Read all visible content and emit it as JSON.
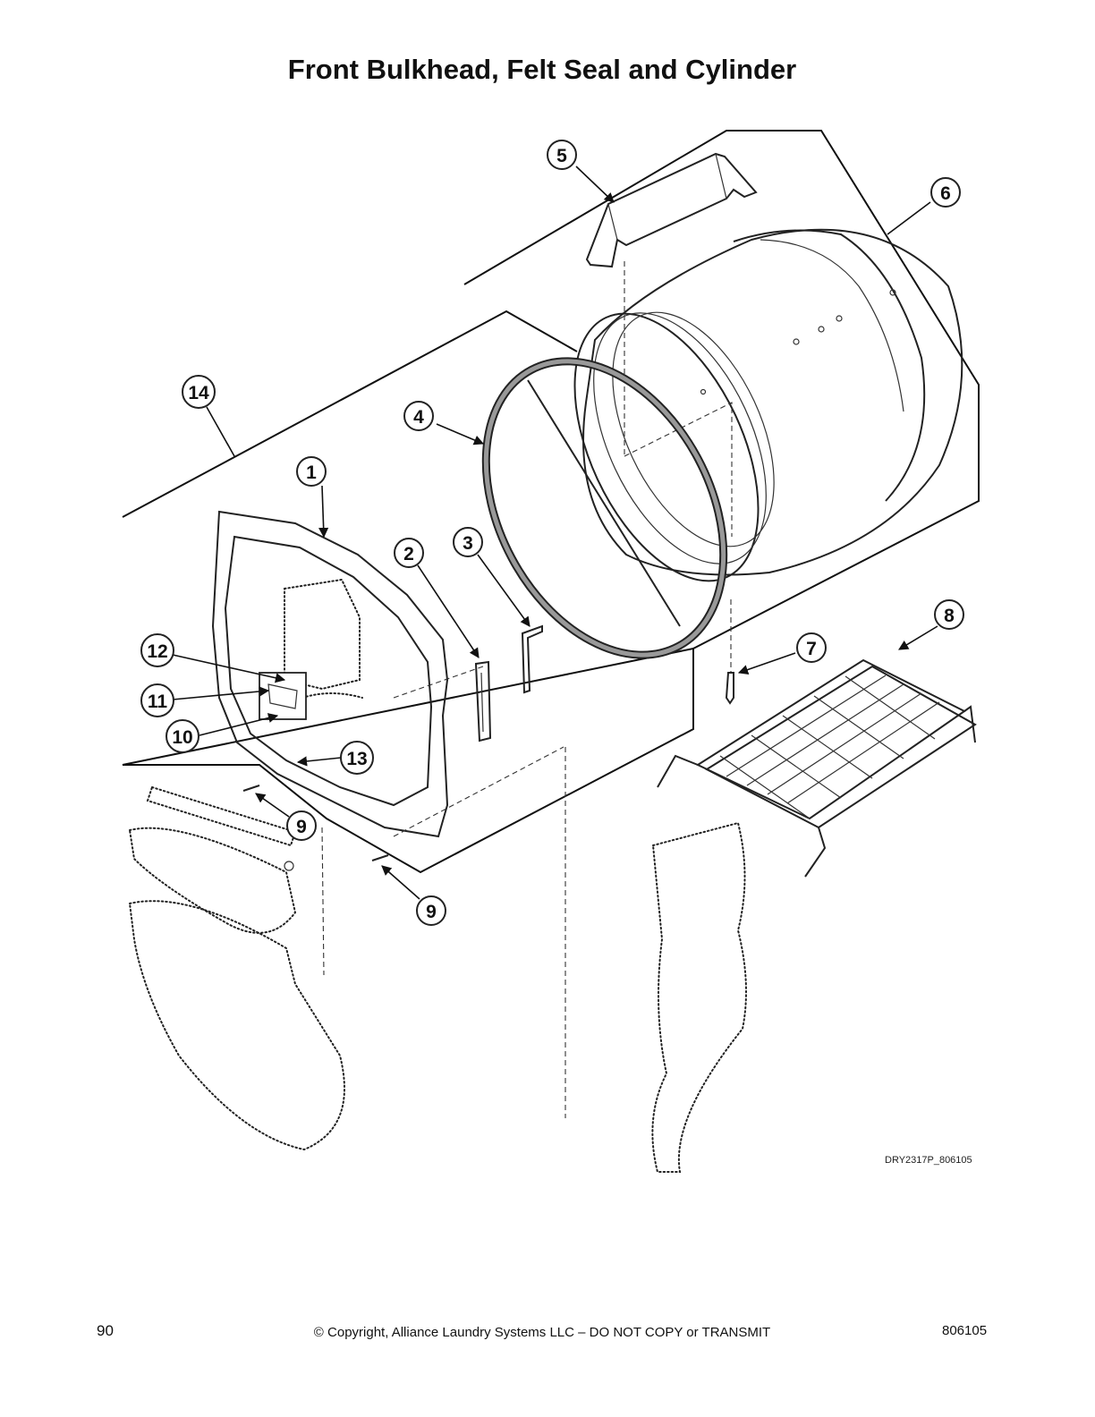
{
  "title": "Front Bulkhead, Felt Seal and Cylinder",
  "drawing_id": "DRY2317P_806105",
  "footer": {
    "page_number": "90",
    "copyright": "© Copyright, Alliance Laundry Systems LLC – DO NOT COPY or TRANSMIT",
    "document_number": "806105"
  },
  "callouts": [
    "1",
    "2",
    "3",
    "4",
    "5",
    "6",
    "7",
    "8",
    "9",
    "9",
    "10",
    "11",
    "12",
    "13",
    "14"
  ]
}
